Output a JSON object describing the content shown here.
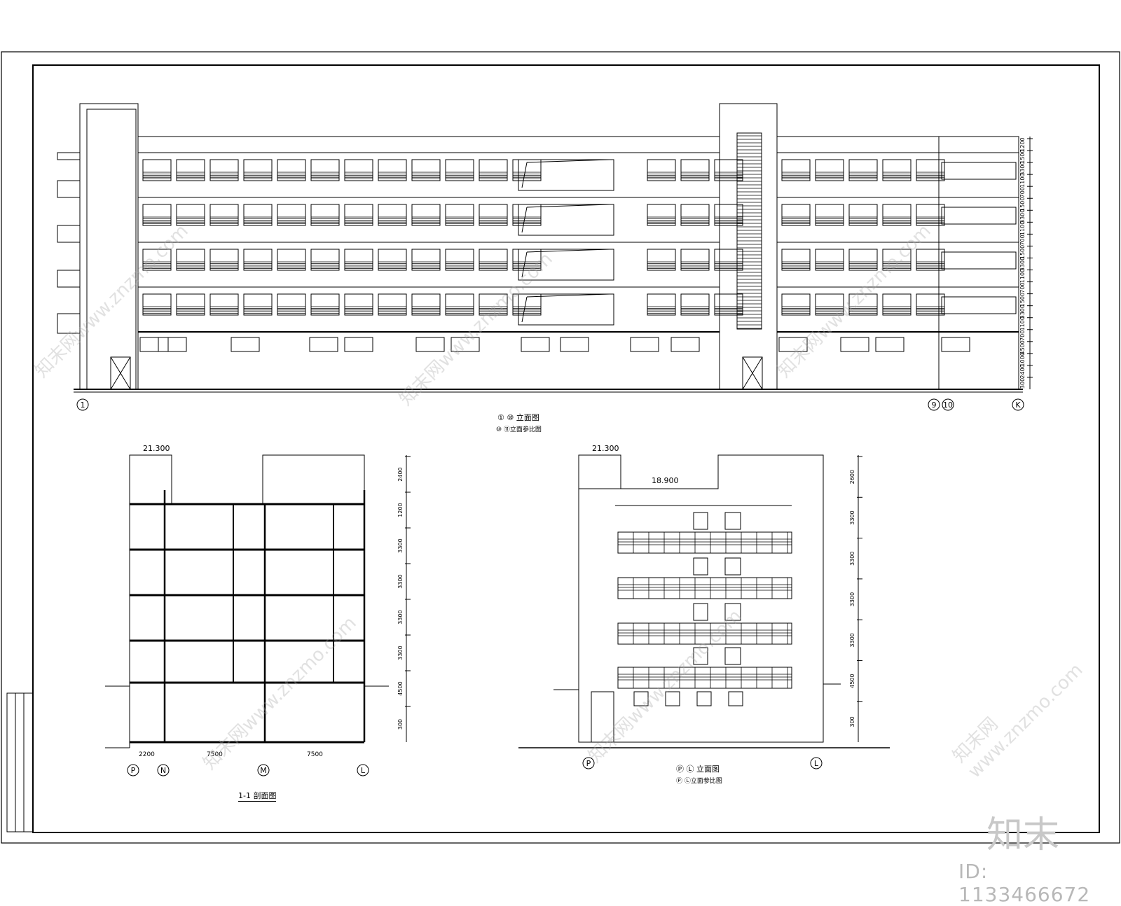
{
  "drawing": {
    "front_elevation": {
      "title": "① ⑩ 立面图",
      "subtitle": "⑩ ⑪立面参比图",
      "axes": [
        "①",
        "⑨",
        "⑩",
        "Ⓚ"
      ],
      "right_dims": [
        "1200",
        "1500",
        "3300",
        "1100",
        "700",
        "1500",
        "3300",
        "1100",
        "700",
        "1500",
        "3300",
        "1100",
        "700",
        "1500",
        "3300",
        "1100",
        "700",
        "4500",
        "1000",
        "2400",
        "300"
      ]
    },
    "section": {
      "title": "1-1 剖面图",
      "top_level": "21.300",
      "axes": [
        "Ⓟ",
        "Ⓝ",
        "Ⓜ",
        "Ⓛ"
      ],
      "bottom_dims": [
        "2200",
        "7500",
        "7500"
      ],
      "right_dims": [
        "2400",
        "1200",
        "3300",
        "3300",
        "3300",
        "3300",
        "4500",
        "300"
      ]
    },
    "side_elevation": {
      "title": "Ⓟ Ⓛ 立面图",
      "subtitle": "Ⓟ Ⓛ立面参比图",
      "top_level": "21.300",
      "mid_level": "18.900",
      "axes": [
        "Ⓟ",
        "Ⓛ"
      ],
      "right_dims": [
        "2600",
        "3300",
        "3300",
        "3300",
        "3300",
        "4500",
        "300"
      ]
    }
  },
  "watermark": {
    "brand": "知末",
    "id_text": "ID: 1133466672",
    "site": "知末网www.znzmo.com"
  }
}
